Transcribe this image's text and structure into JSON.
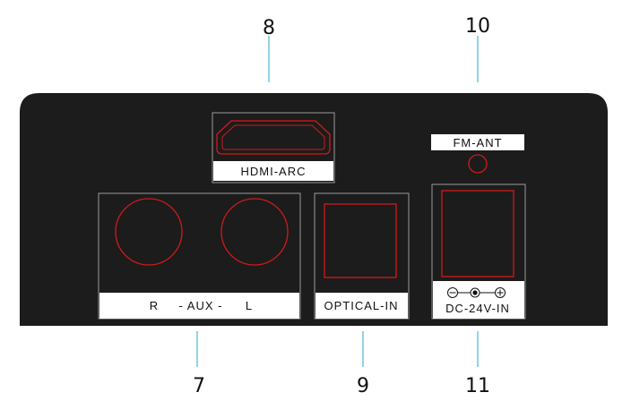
{
  "colors": {
    "panel": "#1c1c1c",
    "port_outline": "#d11a1a",
    "leader_line": "#6fc6df",
    "frame_line": "#9a9a9a",
    "label_bg": "#ffffff"
  },
  "callouts": {
    "hdmi": "8",
    "fm_antenna": "10",
    "aux": "7",
    "optical": "9",
    "dc_power": "11"
  },
  "ports": {
    "hdmi_label": "HDMI-ARC",
    "fm_label": "FM-ANT",
    "aux_right": "R",
    "aux_mid": "- AUX -",
    "aux_left": "L",
    "optical_label": "OPTICAL-IN",
    "dc_label": "DC-24V-IN"
  },
  "icons": {
    "polarity": "dc-polarity-symbol",
    "hdmi": "hdmi-port-outline",
    "optical": "optical-port-outline"
  }
}
